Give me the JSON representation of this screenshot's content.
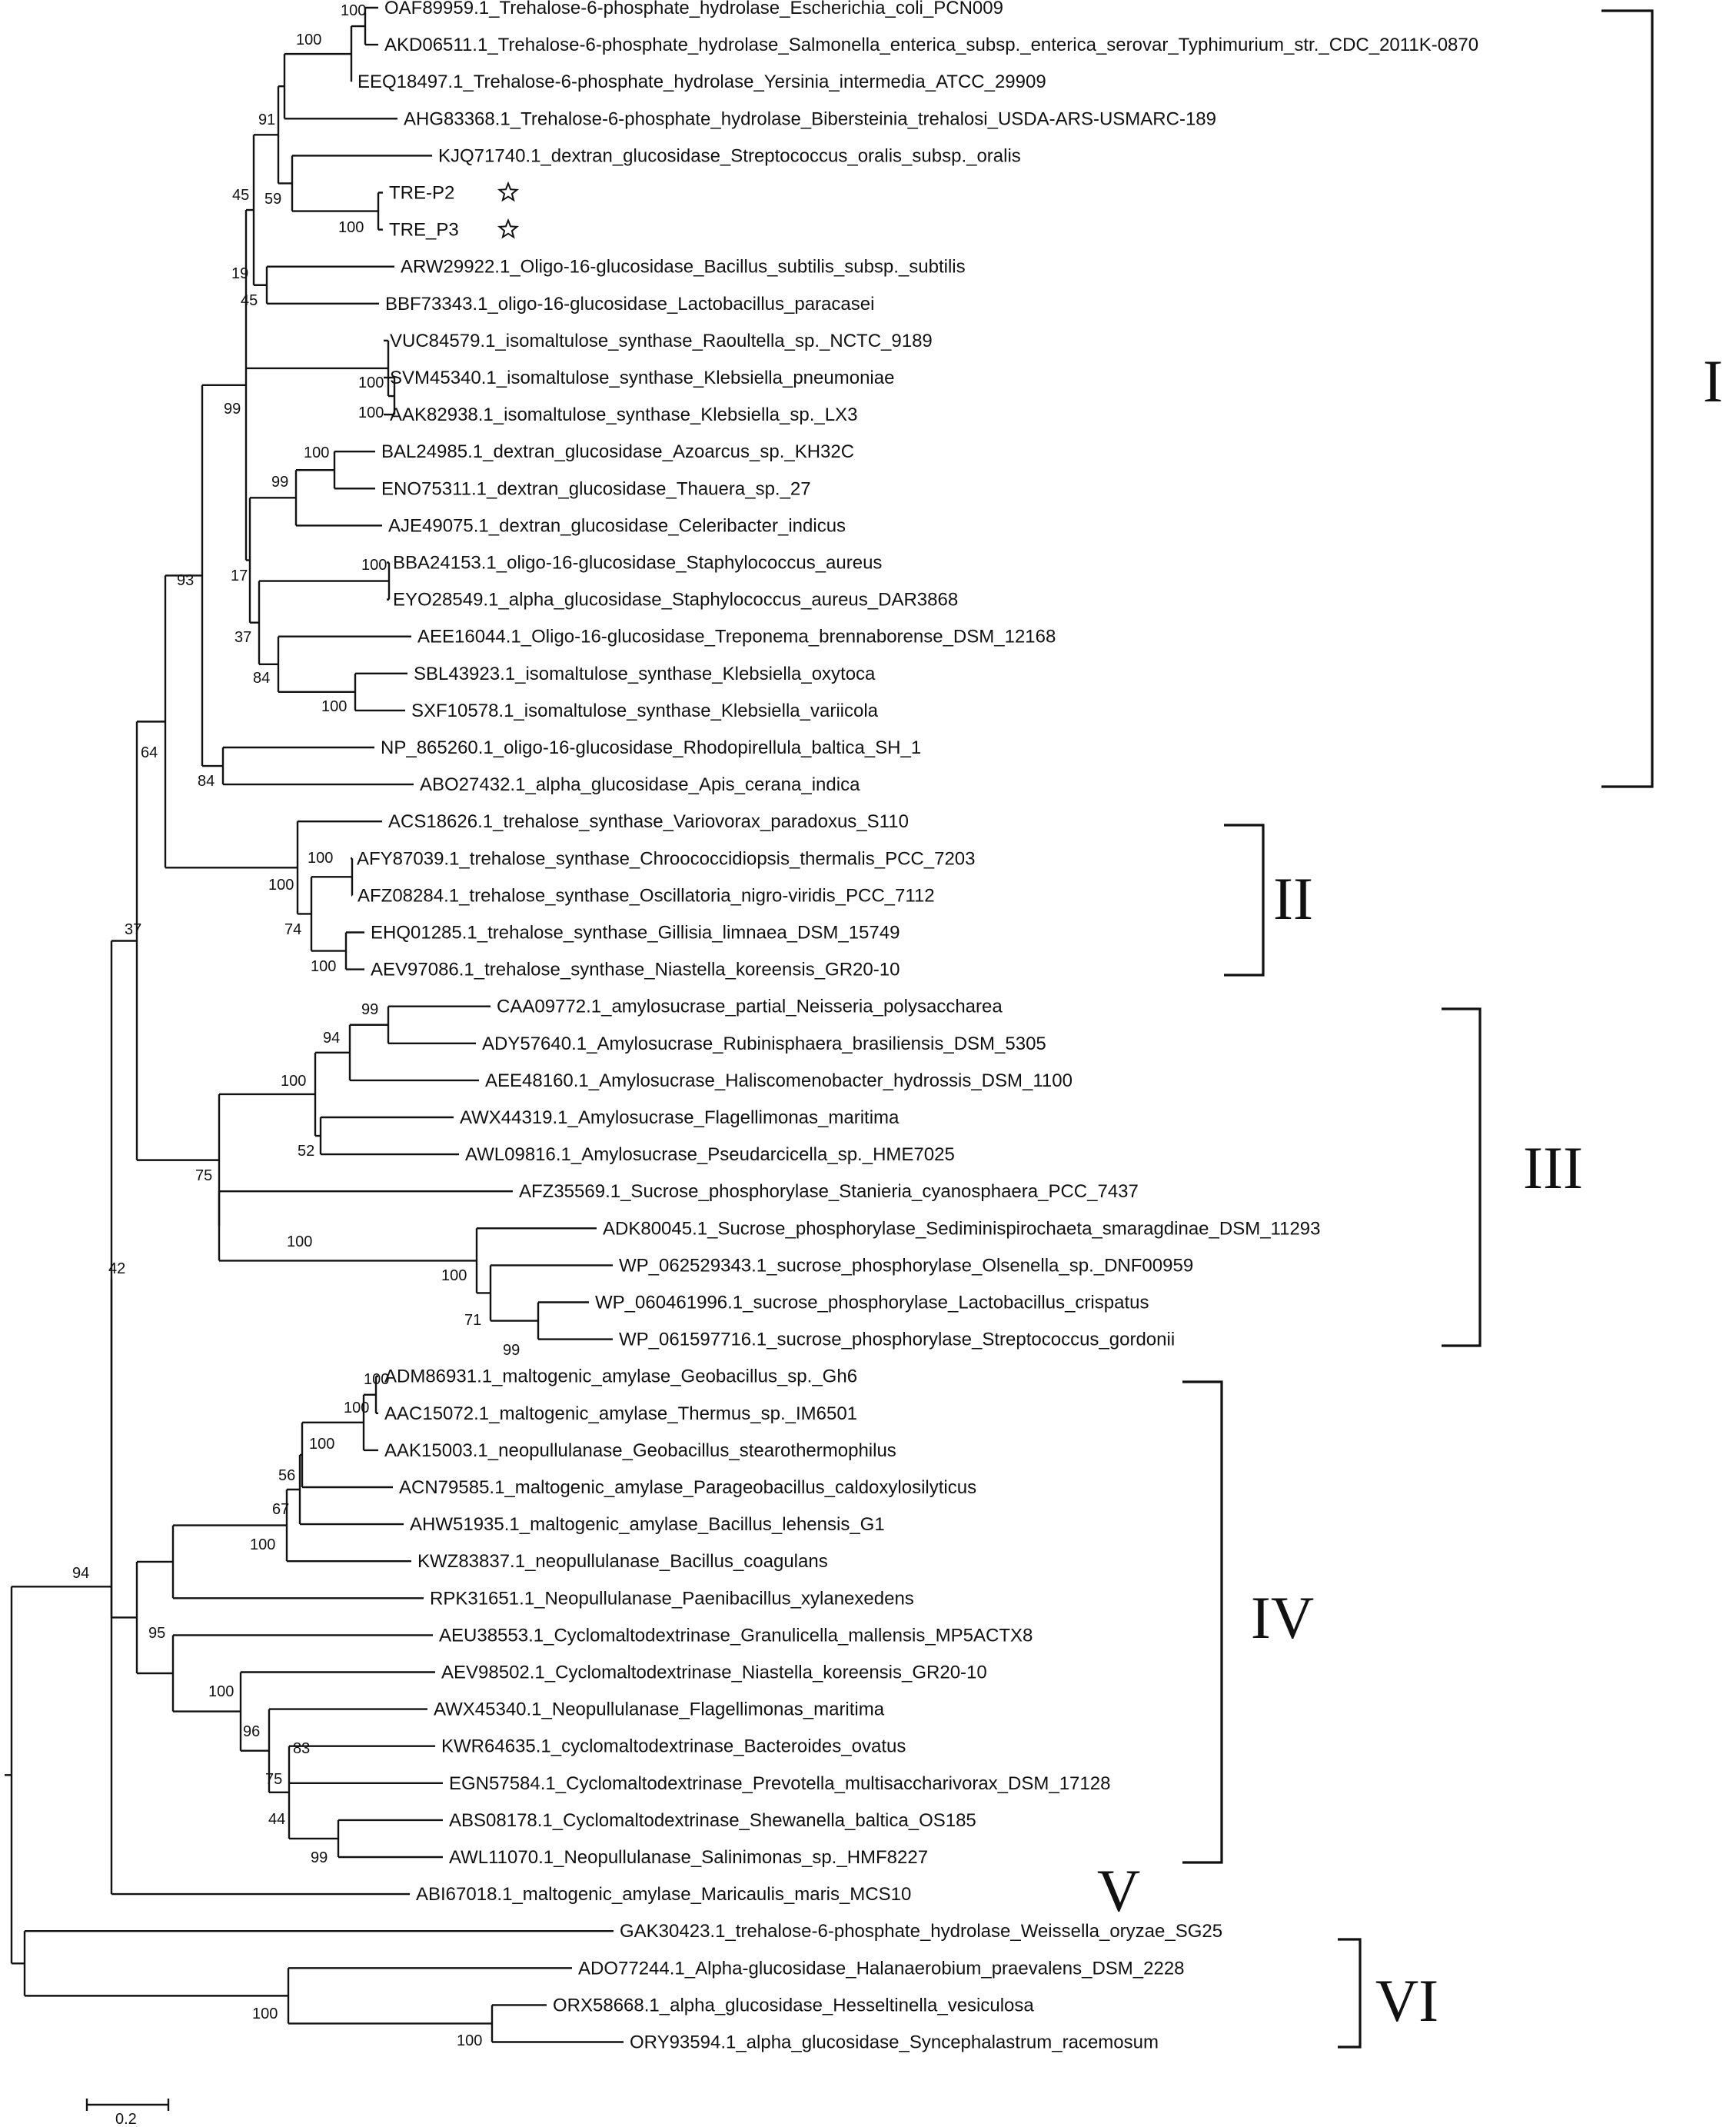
{
  "leaves": [
    "OAF89959.1_Trehalose-6-phosphate_hydrolase_Escherichia_coli_PCN009",
    "AKD06511.1_Trehalose-6-phosphate_hydrolase_Salmonella_enterica_subsp._enterica_serovar_Typhimurium_str._CDC_2011K-0870",
    "EEQ18497.1_Trehalose-6-phosphate_hydrolase_Yersinia_intermedia_ATCC_29909",
    "AHG83368.1_Trehalose-6-phosphate_hydrolase_Bibersteinia_trehalosi_USDA-ARS-USMARC-189",
    "KJQ71740.1_dextran_glucosidase_Streptococcus_oralis_subsp._oralis",
    "TRE-P2",
    "TRE_P3",
    "ARW29922.1_Oligo-16-glucosidase_Bacillus_subtilis_subsp._subtilis",
    "BBF73343.1_oligo-16-glucosidase_Lactobacillus_paracasei",
    "VUC84579.1_isomaltulose_synthase_Raoultella_sp._NCTC_9189",
    "SVM45340.1_isomaltulose_synthase_Klebsiella_pneumoniae",
    "AAK82938.1_isomaltulose_synthase_Klebsiella_sp._LX3",
    "BAL24985.1_dextran_glucosidase_Azoarcus_sp._KH32C",
    "ENO75311.1_dextran_glucosidase_Thauera_sp._27",
    "AJE49075.1_dextran_glucosidase_Celeribacter_indicus",
    "BBA24153.1_oligo-16-glucosidase_Staphylococcus_aureus",
    "EYO28549.1_alpha_glucosidase_Staphylococcus_aureus_DAR3868",
    "AEE16044.1_Oligo-16-glucosidase_Treponema_brennaborense_DSM_12168",
    "SBL43923.1_isomaltulose_synthase_Klebsiella_oxytoca",
    "SXF10578.1_isomaltulose_synthase_Klebsiella_variicola",
    "NP_865260.1_oligo-16-glucosidase_Rhodopirellula_baltica_SH_1",
    "ABO27432.1_alpha_glucosidase_Apis_cerana_indica",
    "ACS18626.1_trehalose_synthase_Variovorax_paradoxus_S110",
    "AFY87039.1_trehalose_synthase_Chroococcidiopsis_thermalis_PCC_7203",
    "AFZ08284.1_trehalose_synthase_Oscillatoria_nigro-viridis_PCC_7112",
    "EHQ01285.1_trehalose_synthase_Gillisia_limnaea_DSM_15749",
    "AEV97086.1_trehalose_synthase_Niastella_koreensis_GR20-10",
    "CAA09772.1_amylosucrase_partial_Neisseria_polysaccharea",
    "ADY57640.1_Amylosucrase_Rubinisphaera_brasiliensis_DSM_5305",
    "AEE48160.1_Amylosucrase_Haliscomenobacter_hydrossis_DSM_1100",
    "AWX44319.1_Amylosucrase_Flagellimonas_maritima",
    "AWL09816.1_Amylosucrase_Pseudarcicella_sp._HME7025",
    "AFZ35569.1_Sucrose_phosphorylase_Stanieria_cyanosphaera_PCC_7437",
    "ADK80045.1_Sucrose_phosphorylase_Sediminispirochaeta_smaragdinae_DSM_11293",
    "WP_062529343.1_sucrose_phosphorylase_Olsenella_sp._DNF00959",
    "WP_060461996.1_sucrose_phosphorylase_Lactobacillus_crispatus",
    "WP_061597716.1_sucrose_phosphorylase_Streptococcus_gordonii",
    "ADM86931.1_maltogenic_amylase_Geobacillus_sp._Gh6",
    "AAC15072.1_maltogenic_amylase_Thermus_sp._IM6501",
    "AAK15003.1_neopullulanase_Geobacillus_stearothermophilus",
    "ACN79585.1_maltogenic_amylase_Parageobacillus_caldoxylosilyticus",
    "AHW51935.1_maltogenic_amylase_Bacillus_lehensis_G1",
    "KWZ83837.1_neopullulanase_Bacillus_coagulans",
    "RPK31651.1_Neopullulanase_Paenibacillus_xylanexedens",
    "AEU38553.1_Cyclomaltodextrinase_Granulicella_mallensis_MP5ACTX8",
    "AEV98502.1_Cyclomaltodextrinase_Niastella_koreensis_GR20-10",
    "AWX45340.1_Neopullulanase_Flagellimonas_maritima",
    "KWR64635.1_cyclomaltodextrinase_Bacteroides_ovatus",
    "EGN57584.1_Cyclomaltodextrinase_Prevotella_multisaccharivorax_DSM_17128",
    "ABS08178.1_Cyclomaltodextrinase_Shewanella_baltica_OS185",
    "AWL11070.1_Neopullulanase_Salinimonas_sp._HMF8227",
    "ABI67018.1_maltogenic_amylase_Maricaulis_maris_MCS10",
    "GAK30423.1_trehalose-6-phosphate_hydrolase_Weissella_oryzae_SG25",
    "ADO77244.1_Alpha-glucosidase_Halanaerobium_praevalens_DSM_2228",
    "ORX58668.1_alpha_glucosidase_Hesseltinella_vesiculosa",
    "ORY93594.1_alpha_glucosidase_Syncephalastrum_racemosum"
  ],
  "marked_leaves": [
    "TRE-P2",
    "TRE_P3"
  ],
  "bootstrap_values": [
    "100",
    "100",
    "91",
    "45",
    "59",
    "100",
    "19",
    "45",
    "99",
    "100",
    "100",
    "100",
    "99",
    "17",
    "100",
    "37",
    "84",
    "100",
    "93",
    "84",
    "64",
    "100",
    "100",
    "74",
    "100",
    "37",
    "99",
    "94",
    "100",
    "52",
    "75",
    "100",
    "100",
    "71",
    "99",
    "42",
    "100",
    "100",
    "100",
    "56",
    "67",
    "100",
    "95",
    "100",
    "96",
    "83",
    "75",
    "44",
    "99",
    "94",
    "100",
    "100"
  ],
  "clades": [
    "I",
    "II",
    "III",
    "IV",
    "V",
    "VI"
  ],
  "scale_bar": {
    "label": "0.2",
    "value": 0.2
  }
}
